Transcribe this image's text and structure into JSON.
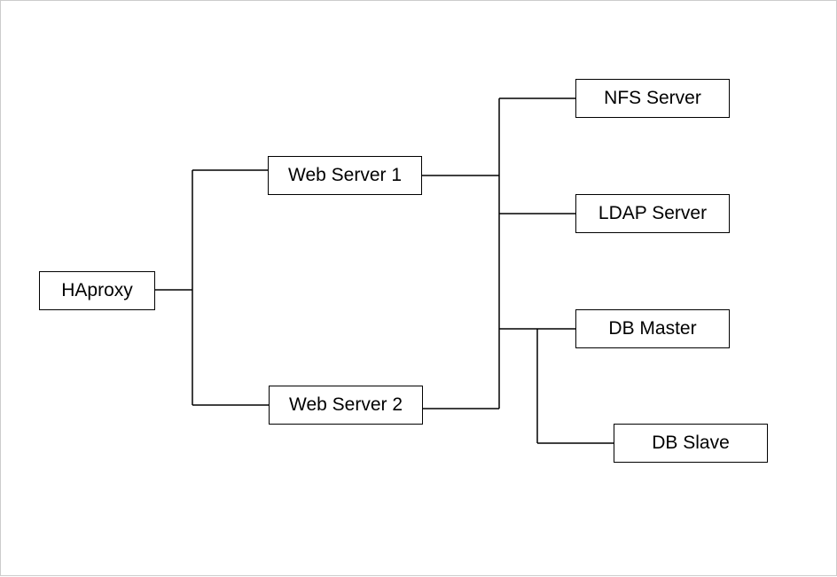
{
  "diagram": {
    "nodes": {
      "haproxy": "HAproxy",
      "web_server_1": "Web Server 1",
      "web_server_2": "Web Server 2",
      "nfs_server": "NFS Server",
      "ldap_server": "LDAP Server",
      "db_master": "DB Master",
      "db_slave": "DB Slave"
    },
    "edges": [
      {
        "from": "HAproxy",
        "to": "Web Server 1"
      },
      {
        "from": "HAproxy",
        "to": "Web Server 2"
      },
      {
        "from": "Web Server 1",
        "to": "NFS Server"
      },
      {
        "from": "Web Server 1",
        "to": "LDAP Server"
      },
      {
        "from": "Web Server 1",
        "to": "DB Master"
      },
      {
        "from": "Web Server 2",
        "to": "NFS Server"
      },
      {
        "from": "Web Server 2",
        "to": "LDAP Server"
      },
      {
        "from": "Web Server 2",
        "to": "DB Master"
      },
      {
        "from": "DB Master",
        "to": "DB Slave"
      }
    ],
    "line_color": "#000000",
    "box_border_color": "#000000",
    "box_fill_color": "#ffffff"
  }
}
